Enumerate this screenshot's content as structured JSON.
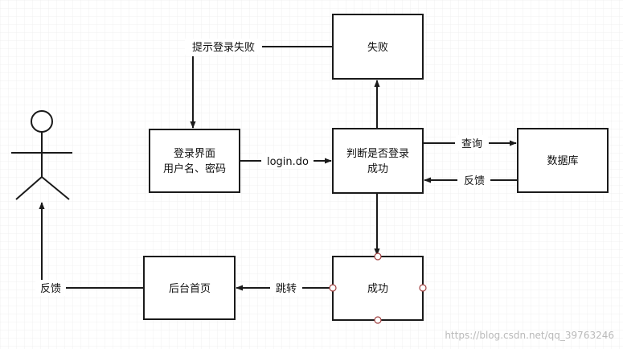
{
  "diagram": {
    "nodes": {
      "login_ui": {
        "line1": "登录界面",
        "line2": "用户名、密码"
      },
      "judge": {
        "line1": "判断是否登录",
        "line2": "成功"
      },
      "fail": {
        "label": "失败"
      },
      "database": {
        "label": "数据库"
      },
      "success": {
        "label": "成功"
      },
      "home": {
        "label": "后台首页"
      }
    },
    "edges": {
      "fail_to_login": "提示登录失败",
      "login_to_judge": "login.do",
      "judge_to_db": "查询",
      "db_to_judge": "反馈",
      "success_to_home": "跳转",
      "home_to_user": "反馈"
    }
  },
  "watermark": "https://blog.csdn.net/qq_39763246",
  "colors": {
    "box_stroke": "#1a1a1a",
    "edge": "#1a1a1a",
    "handle_stroke": "#a04040",
    "grid": "#f0f0f0",
    "watermark": "#b9b9b9"
  }
}
